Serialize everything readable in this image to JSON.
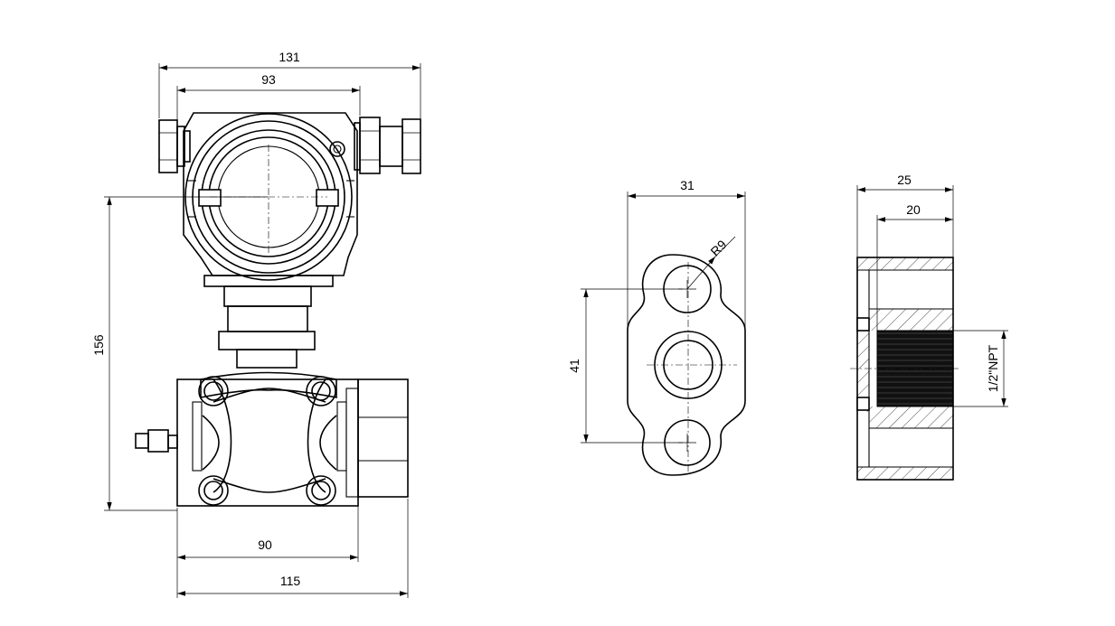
{
  "drawing": {
    "front_view": {
      "dimensions": {
        "overall_width_top": "131",
        "housing_width": "93",
        "overall_height": "156",
        "flange_width": "90",
        "base_width": "115"
      }
    },
    "flange_adapter_view": {
      "dimensions": {
        "width": "31",
        "radius": "R9",
        "hole_spacing": "41"
      }
    },
    "section_view": {
      "dimensions": {
        "outer_length": "25",
        "thread_depth": "20",
        "thread_size": "1/2\"NPT"
      }
    }
  }
}
